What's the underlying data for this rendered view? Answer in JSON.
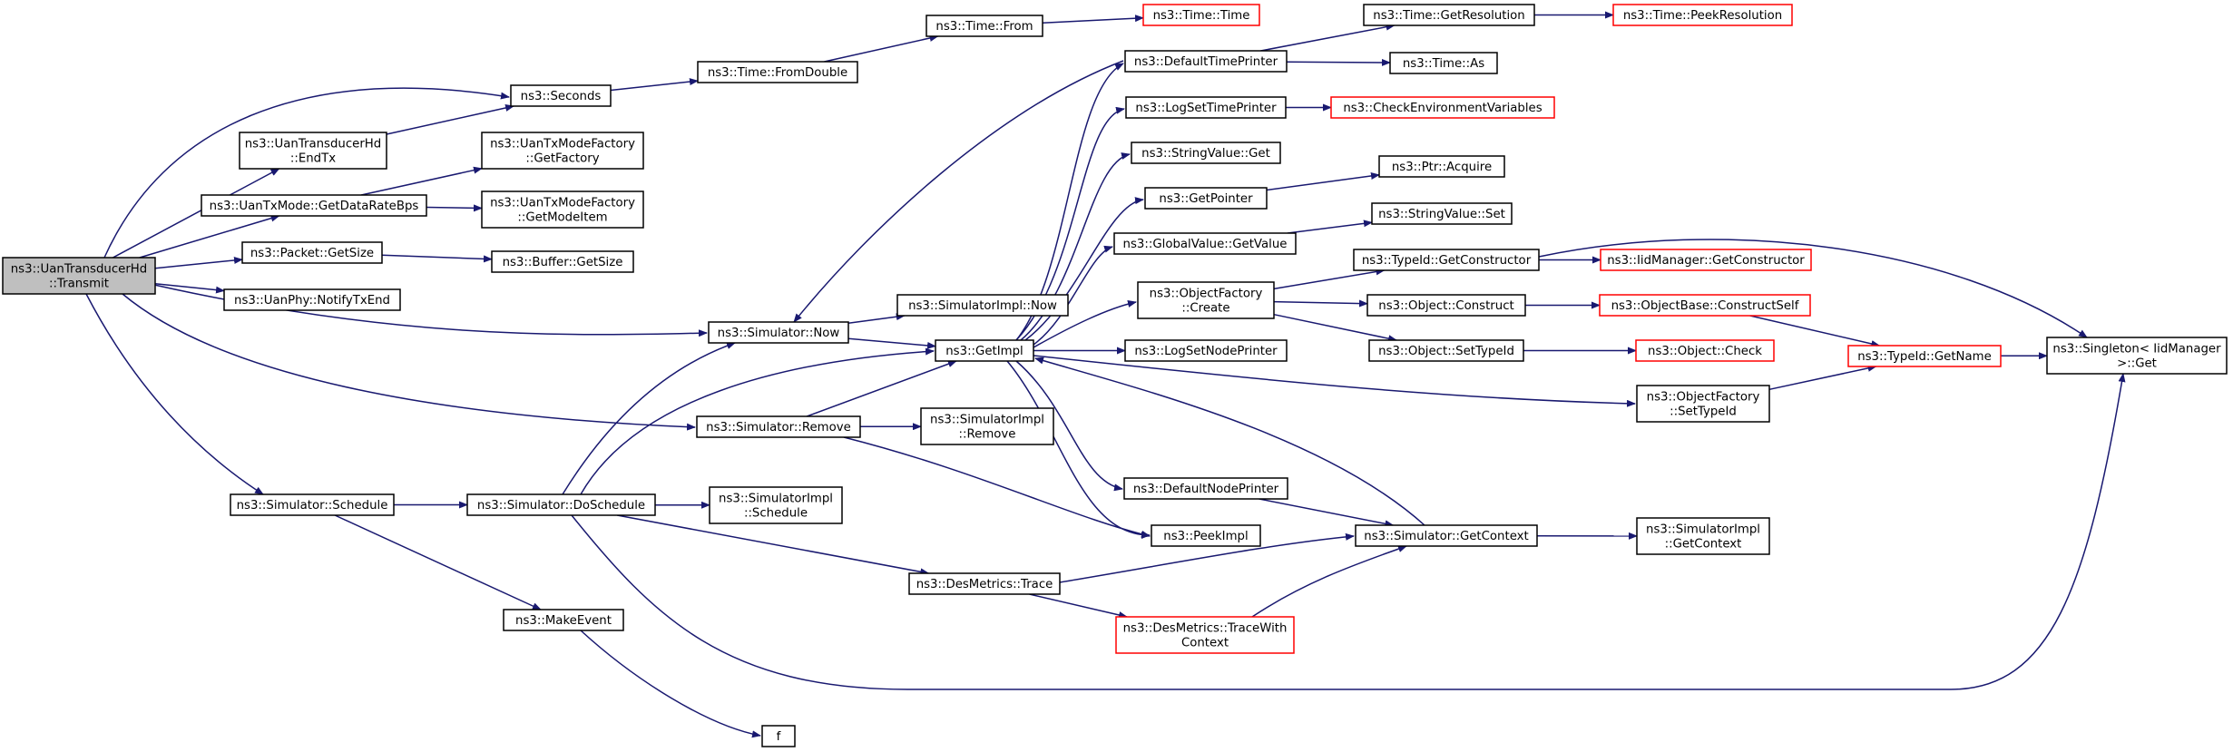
{
  "colors": {
    "edge": "#191970",
    "node_border": "#000000",
    "node_link_border": "#ff0000",
    "node_root_fill": "#bfbfbf",
    "node_fill": "#ffffff"
  },
  "nodes": [
    {
      "id": "root",
      "lines": [
        "ns3::UanTransducerHd",
        "::Transmit"
      ],
      "style": "root"
    },
    {
      "id": "seconds",
      "lines": [
        "ns3::Seconds"
      ],
      "style": "normal"
    },
    {
      "id": "endtx",
      "lines": [
        "ns3::UanTransducerHd",
        "::EndTx"
      ],
      "style": "normal"
    },
    {
      "id": "getdatarate",
      "lines": [
        "ns3::UanTxMode::GetDataRateBps"
      ],
      "style": "normal"
    },
    {
      "id": "packetgetsize",
      "lines": [
        "ns3::Packet::GetSize"
      ],
      "style": "normal"
    },
    {
      "id": "notifytxend",
      "lines": [
        "ns3::UanPhy::NotifyTxEnd"
      ],
      "style": "normal"
    },
    {
      "id": "simnow",
      "lines": [
        "ns3::Simulator::Now"
      ],
      "style": "normal"
    },
    {
      "id": "simremove",
      "lines": [
        "ns3::Simulator::Remove"
      ],
      "style": "normal"
    },
    {
      "id": "simschedule",
      "lines": [
        "ns3::Simulator::Schedule"
      ],
      "style": "normal"
    },
    {
      "id": "fromdouble",
      "lines": [
        "ns3::Time::FromDouble"
      ],
      "style": "normal"
    },
    {
      "id": "getfactory",
      "lines": [
        "ns3::UanTxModeFactory",
        "::GetFactory"
      ],
      "style": "normal"
    },
    {
      "id": "getmodeitem",
      "lines": [
        "ns3::UanTxModeFactory",
        "::GetModeItem"
      ],
      "style": "normal"
    },
    {
      "id": "buffergetsize",
      "lines": [
        "ns3::Buffer::GetSize"
      ],
      "style": "normal"
    },
    {
      "id": "timefrom",
      "lines": [
        "ns3::Time::From"
      ],
      "style": "normal"
    },
    {
      "id": "timetime",
      "lines": [
        "ns3::Time::Time"
      ],
      "style": "link"
    },
    {
      "id": "defaulttimeprinter",
      "lines": [
        "ns3::DefaultTimePrinter"
      ],
      "style": "normal"
    },
    {
      "id": "getresolution",
      "lines": [
        "ns3::Time::GetResolution"
      ],
      "style": "normal"
    },
    {
      "id": "peekresolution",
      "lines": [
        "ns3::Time::PeekResolution"
      ],
      "style": "link"
    },
    {
      "id": "timeas",
      "lines": [
        "ns3::Time::As"
      ],
      "style": "normal"
    },
    {
      "id": "logsettimeprinter",
      "lines": [
        "ns3::LogSetTimePrinter"
      ],
      "style": "normal"
    },
    {
      "id": "checkenv",
      "lines": [
        "ns3::CheckEnvironmentVariables"
      ],
      "style": "link"
    },
    {
      "id": "stringvalueget",
      "lines": [
        "ns3::StringValue::Get"
      ],
      "style": "normal"
    },
    {
      "id": "getpointer",
      "lines": [
        "ns3::GetPointer"
      ],
      "style": "normal"
    },
    {
      "id": "ptracquire",
      "lines": [
        "ns3::Ptr::Acquire"
      ],
      "style": "normal"
    },
    {
      "id": "globalvalueget",
      "lines": [
        "ns3::GlobalValue::GetValue"
      ],
      "style": "normal"
    },
    {
      "id": "stringvalueset",
      "lines": [
        "ns3::StringValue::Set"
      ],
      "style": "normal"
    },
    {
      "id": "simimplnow",
      "lines": [
        "ns3::SimulatorImpl::Now"
      ],
      "style": "normal"
    },
    {
      "id": "getimpl",
      "lines": [
        "ns3::GetImpl"
      ],
      "style": "normal"
    },
    {
      "id": "objfactorycreate",
      "lines": [
        "ns3::ObjectFactory",
        "::Create"
      ],
      "style": "normal"
    },
    {
      "id": "typeidgetctor",
      "lines": [
        "ns3::TypeId::GetConstructor"
      ],
      "style": "normal"
    },
    {
      "id": "iidgetctor",
      "lines": [
        "ns3::IidManager::GetConstructor"
      ],
      "style": "link"
    },
    {
      "id": "objconstruct",
      "lines": [
        "ns3::Object::Construct"
      ],
      "style": "normal"
    },
    {
      "id": "constructself",
      "lines": [
        "ns3::ObjectBase::ConstructSelf"
      ],
      "style": "link"
    },
    {
      "id": "objsettypeid",
      "lines": [
        "ns3::Object::SetTypeId"
      ],
      "style": "normal"
    },
    {
      "id": "objcheck",
      "lines": [
        "ns3::Object::Check"
      ],
      "style": "link"
    },
    {
      "id": "typeidgetname",
      "lines": [
        "ns3::TypeId::GetName"
      ],
      "style": "link"
    },
    {
      "id": "singletonget",
      "lines": [
        "ns3::Singleton< IidManager",
        " >::Get"
      ],
      "style": "normal"
    },
    {
      "id": "logsetnodeprinter",
      "lines": [
        "ns3::LogSetNodePrinter"
      ],
      "style": "normal"
    },
    {
      "id": "simimplremove",
      "lines": [
        "ns3::SimulatorImpl",
        "::Remove"
      ],
      "style": "normal"
    },
    {
      "id": "objfactorysettypeid",
      "lines": [
        "ns3::ObjectFactory",
        "::SetTypeId"
      ],
      "style": "normal"
    },
    {
      "id": "defaultnodeprinter",
      "lines": [
        "ns3::DefaultNodePrinter"
      ],
      "style": "normal"
    },
    {
      "id": "peekimpl",
      "lines": [
        "ns3::PeekImpl"
      ],
      "style": "normal"
    },
    {
      "id": "simgetcontext",
      "lines": [
        "ns3::Simulator::GetContext"
      ],
      "style": "normal"
    },
    {
      "id": "simimplgetcontext",
      "lines": [
        "ns3::SimulatorImpl",
        "::GetContext"
      ],
      "style": "normal"
    },
    {
      "id": "doschedule",
      "lines": [
        "ns3::Simulator::DoSchedule"
      ],
      "style": "normal"
    },
    {
      "id": "simimplschedule",
      "lines": [
        "ns3::SimulatorImpl",
        "::Schedule"
      ],
      "style": "normal"
    },
    {
      "id": "desmetricstrace",
      "lines": [
        "ns3::DesMetrics::Trace"
      ],
      "style": "normal"
    },
    {
      "id": "tracewithcontext",
      "lines": [
        "ns3::DesMetrics::TraceWith",
        "Context"
      ],
      "style": "link"
    },
    {
      "id": "makeevent",
      "lines": [
        "ns3::MakeEvent"
      ],
      "style": "normal"
    },
    {
      "id": "f",
      "lines": [
        "f"
      ],
      "style": "normal"
    }
  ],
  "edges": [
    [
      "root",
      "seconds"
    ],
    [
      "root",
      "endtx"
    ],
    [
      "root",
      "getdatarate"
    ],
    [
      "root",
      "packetgetsize"
    ],
    [
      "root",
      "notifytxend"
    ],
    [
      "root",
      "simnow"
    ],
    [
      "root",
      "simremove"
    ],
    [
      "root",
      "simschedule"
    ],
    [
      "seconds",
      "fromdouble"
    ],
    [
      "fromdouble",
      "timefrom"
    ],
    [
      "timefrom",
      "timetime"
    ],
    [
      "endtx",
      "seconds"
    ],
    [
      "getdatarate",
      "getfactory"
    ],
    [
      "getdatarate",
      "getmodeitem"
    ],
    [
      "packetgetsize",
      "buffergetsize"
    ],
    [
      "simnow",
      "simimplnow"
    ],
    [
      "simnow",
      "getimpl"
    ],
    [
      "simremove",
      "getimpl"
    ],
    [
      "simremove",
      "simimplremove"
    ],
    [
      "simremove",
      "peekimpl"
    ],
    [
      "simschedule",
      "doschedule"
    ],
    [
      "simschedule",
      "makeevent"
    ],
    [
      "doschedule",
      "simnow"
    ],
    [
      "doschedule",
      "getimpl"
    ],
    [
      "doschedule",
      "simimplschedule"
    ],
    [
      "doschedule",
      "desmetricstrace"
    ],
    [
      "doschedule",
      "singletonget"
    ],
    [
      "desmetricstrace",
      "tracewithcontext"
    ],
    [
      "desmetricstrace",
      "simgetcontext"
    ],
    [
      "tracewithcontext",
      "simgetcontext"
    ],
    [
      "makeevent",
      "f"
    ],
    [
      "getimpl",
      "defaulttimeprinter"
    ],
    [
      "getimpl",
      "logsettimeprinter"
    ],
    [
      "getimpl",
      "stringvalueget"
    ],
    [
      "getimpl",
      "getpointer"
    ],
    [
      "getimpl",
      "globalvalueget"
    ],
    [
      "getimpl",
      "objfactorycreate"
    ],
    [
      "getimpl",
      "logsetnodeprinter"
    ],
    [
      "getimpl",
      "objfactorysettypeid"
    ],
    [
      "getimpl",
      "defaultnodeprinter"
    ],
    [
      "getimpl",
      "peekimpl"
    ],
    [
      "defaulttimeprinter",
      "simnow"
    ],
    [
      "defaulttimeprinter",
      "getresolution"
    ],
    [
      "defaulttimeprinter",
      "timeas"
    ],
    [
      "getresolution",
      "peekresolution"
    ],
    [
      "logsettimeprinter",
      "checkenv"
    ],
    [
      "getpointer",
      "ptracquire"
    ],
    [
      "globalvalueget",
      "stringvalueset"
    ],
    [
      "objfactorycreate",
      "typeidgetctor"
    ],
    [
      "objfactorycreate",
      "objconstruct"
    ],
    [
      "objfactorycreate",
      "objsettypeid"
    ],
    [
      "typeidgetctor",
      "iidgetctor"
    ],
    [
      "typeidgetctor",
      "singletonget"
    ],
    [
      "objconstruct",
      "constructself"
    ],
    [
      "constructself",
      "typeidgetname"
    ],
    [
      "objsettypeid",
      "objcheck"
    ],
    [
      "objfactorysettypeid",
      "typeidgetname"
    ],
    [
      "typeidgetname",
      "singletonget"
    ],
    [
      "defaultnodeprinter",
      "simgetcontext"
    ],
    [
      "simgetcontext",
      "getimpl"
    ],
    [
      "simgetcontext",
      "simimplgetcontext"
    ]
  ]
}
